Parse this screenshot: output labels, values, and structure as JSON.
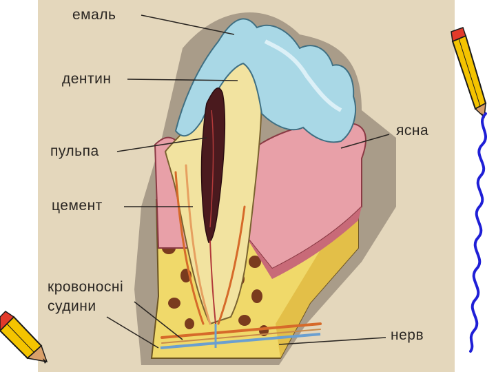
{
  "diagram": {
    "labels": {
      "enamel": "емаль",
      "dentin": "дентин",
      "pulp": "пульпа",
      "cement": "цемент",
      "vessels_line1": "кровоносні",
      "vessels_line2": "судини",
      "gum": "ясна",
      "nerve": "нерв"
    }
  },
  "colors": {
    "paper": "#e9dcc2",
    "enamel": "#a9d8e6",
    "dentin": "#f2e3a0",
    "pulp": "#4a1a1e",
    "gum": "#e8a0a8",
    "bone": "#f0d96a",
    "pencil_yellow": "#f4c400",
    "wave_blue": "#1f1fd6"
  }
}
